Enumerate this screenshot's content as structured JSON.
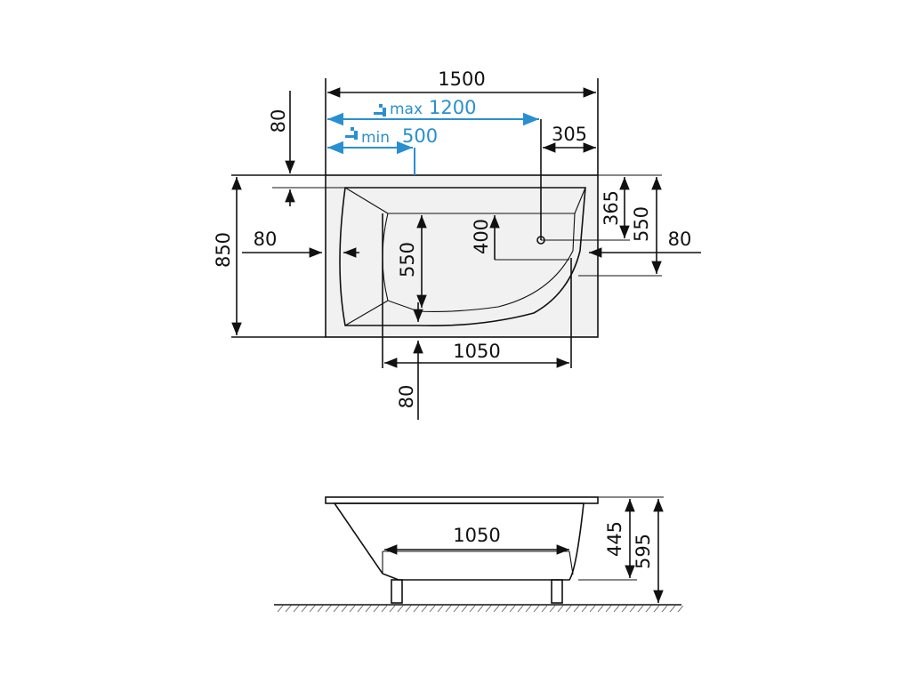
{
  "top_view": {
    "overall_length": "1500",
    "tap_max_label": "max",
    "tap_max_value": "1200",
    "tap_min_label": "min",
    "tap_min_value": "500",
    "tap_offset": "305",
    "rim_top": "80",
    "overall_width": "850",
    "rim_left": "80",
    "inner_width": "550",
    "drain_from_edge": "400",
    "drain_right_1": "365",
    "drain_right_2": "550",
    "rim_right": "80",
    "inner_length": "1050",
    "rim_bottom": "80"
  },
  "side_view": {
    "inner_length": "1050",
    "depth": "445",
    "total_height": "595"
  },
  "colors": {
    "line": "#111111",
    "accent": "#2a8fd0"
  },
  "icons": [
    "faucet-icon"
  ]
}
